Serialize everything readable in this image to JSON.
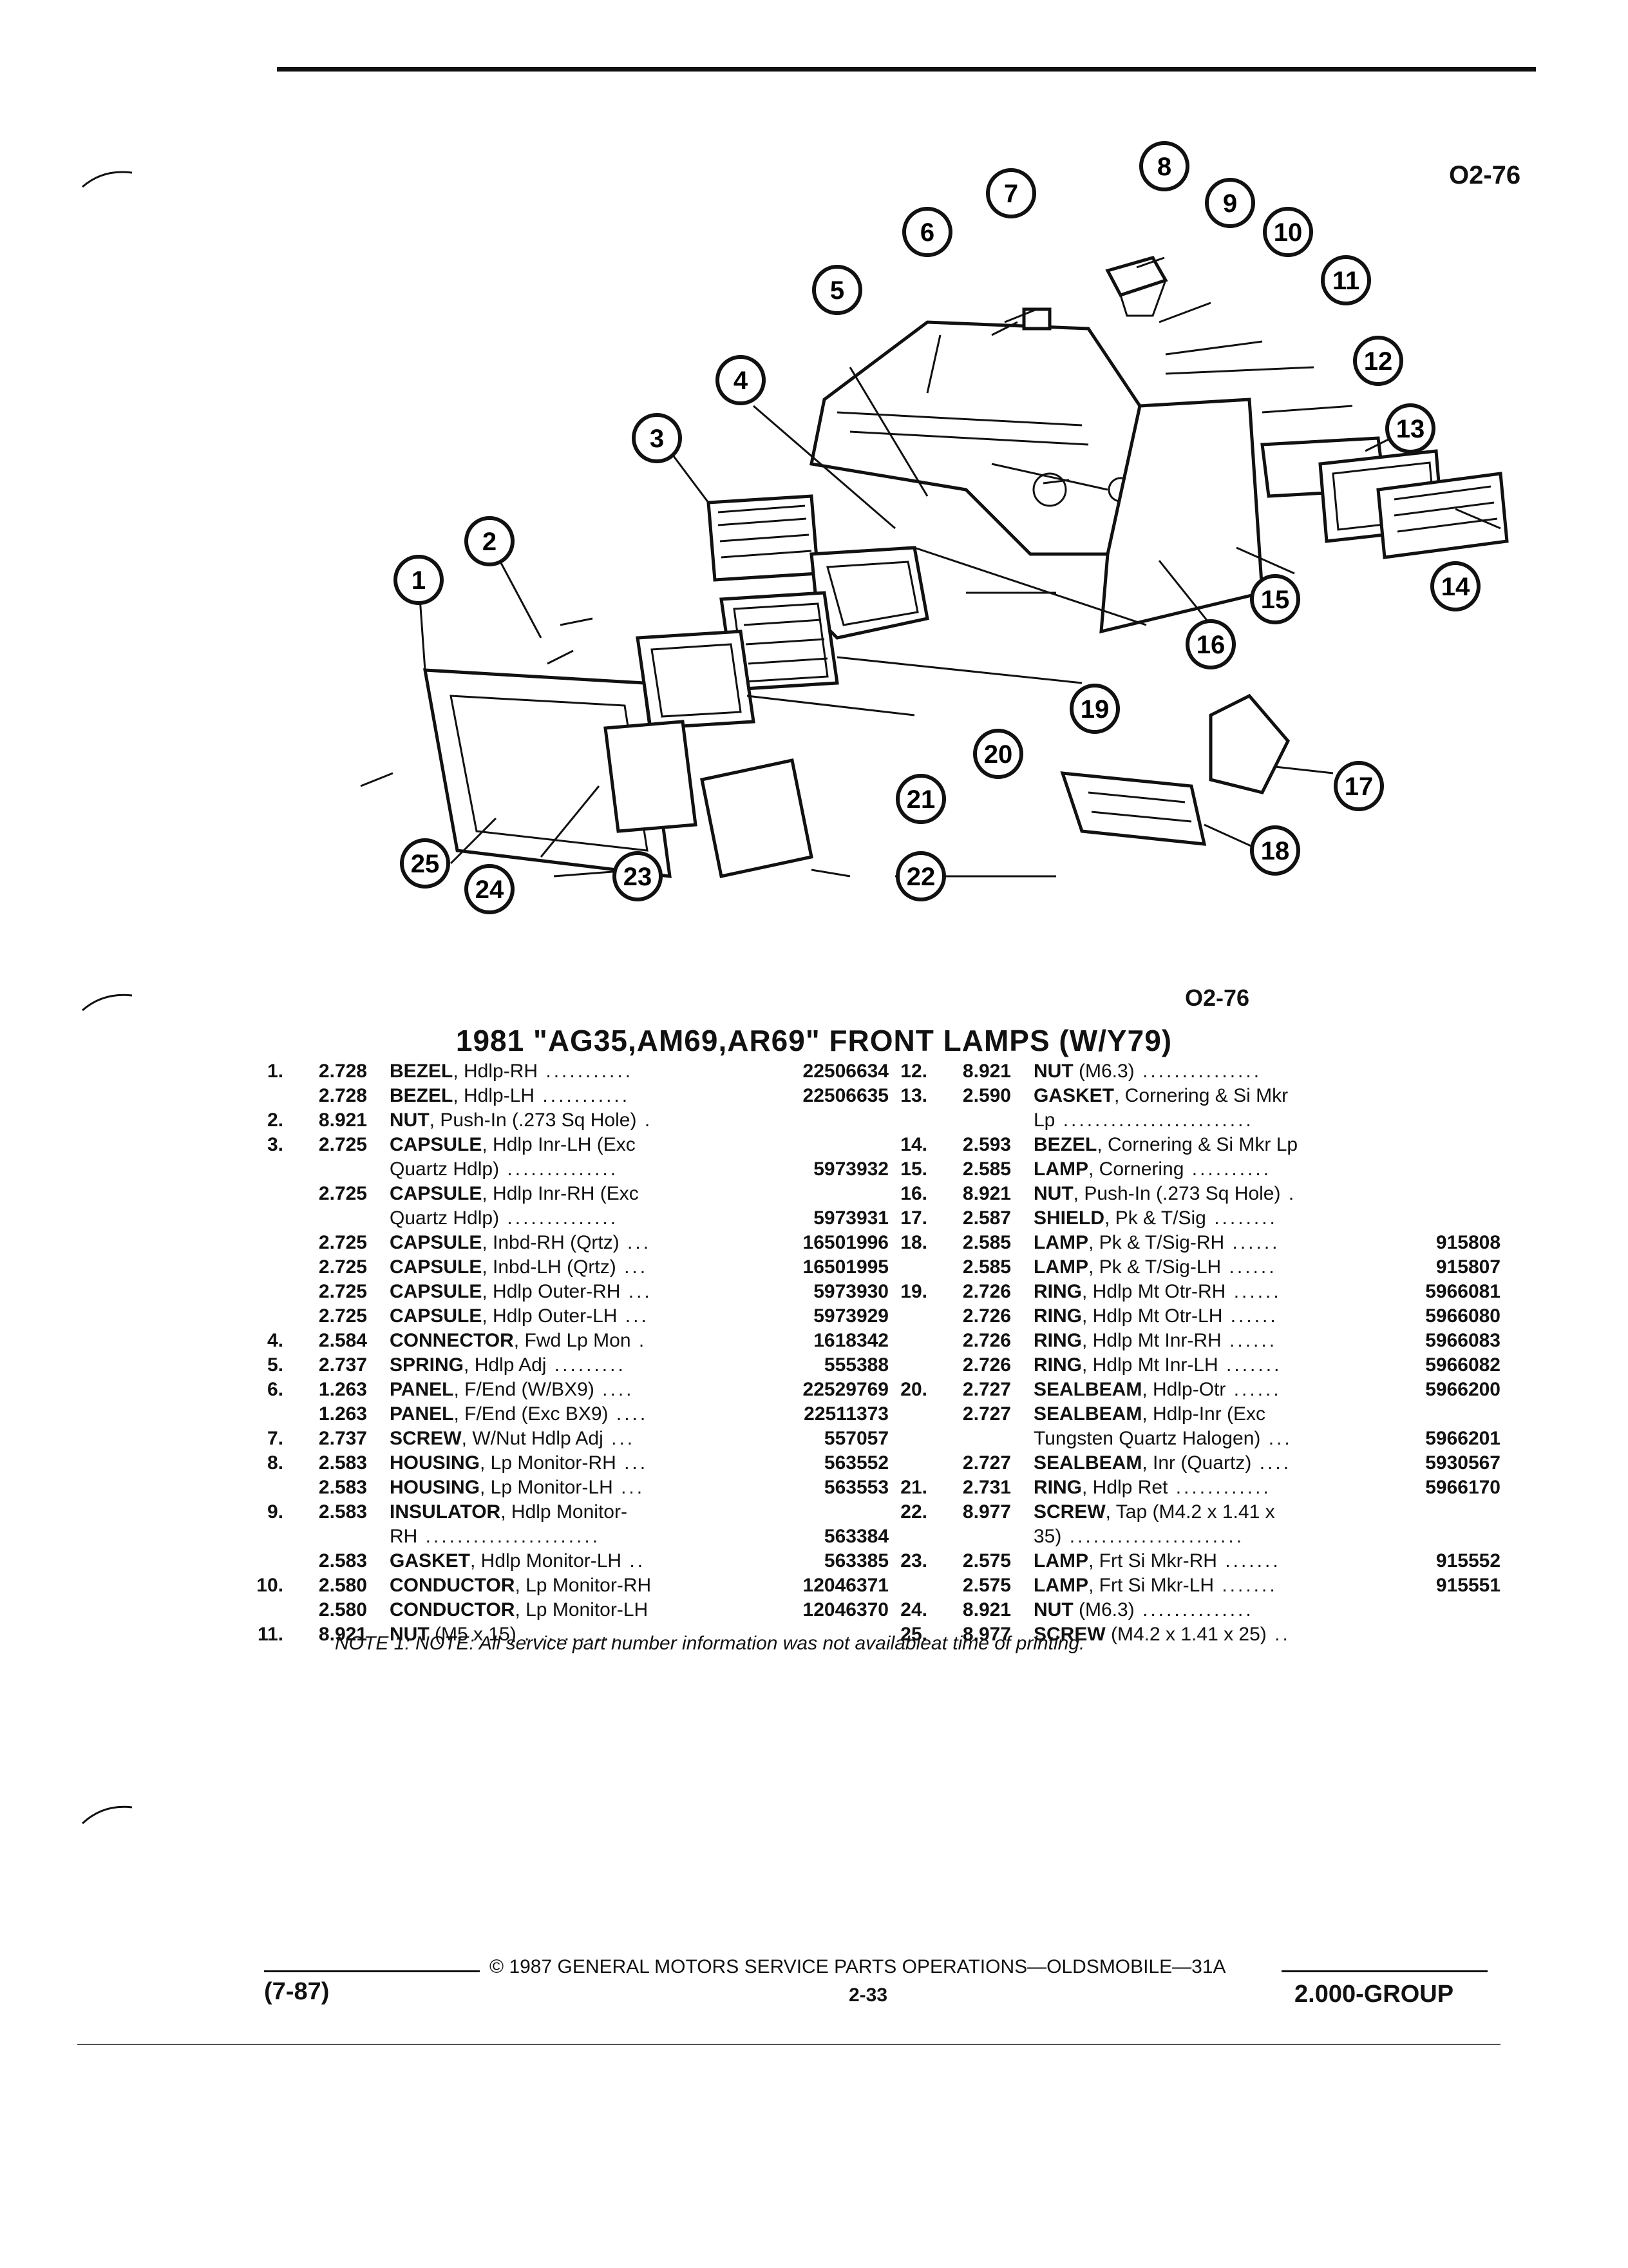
{
  "figure_code_top": "O2-76",
  "figure_code_bottom": "O2-76",
  "callouts": [
    "1",
    "2",
    "3",
    "4",
    "5",
    "6",
    "7",
    "8",
    "9",
    "10",
    "11",
    "12",
    "13",
    "14",
    "15",
    "16",
    "17",
    "18",
    "19",
    "20",
    "21",
    "22",
    "23",
    "24",
    "25"
  ],
  "title": "1981 \"AG35,AM69,AR69\" FRONT LAMPS (W/Y79)",
  "parts_left": [
    {
      "num": "1.",
      "group": "2.728",
      "name": "BEZEL",
      "desc": ", Hdlp-RH",
      "dots": " ...........",
      "part": "22506634"
    },
    {
      "num": "",
      "group": "2.728",
      "name": "BEZEL",
      "desc": ", Hdlp-LH",
      "dots": " ...........",
      "part": "22506635"
    },
    {
      "num": "2.",
      "group": "8.921",
      "name": "NUT",
      "desc": ", Push-In (.273 Sq Hole)",
      "dots": " .",
      "part": ""
    },
    {
      "num": "3.",
      "group": "2.725",
      "name": "CAPSULE",
      "desc": ", Hdlp Inr-LH (Exc",
      "dots": "",
      "part": ""
    },
    {
      "num": "",
      "group": "",
      "name": "",
      "desc": "Quartz Hdlp)",
      "dots": " ..............",
      "part": "5973932"
    },
    {
      "num": "",
      "group": "2.725",
      "name": "CAPSULE",
      "desc": ", Hdlp Inr-RH (Exc",
      "dots": "",
      "part": ""
    },
    {
      "num": "",
      "group": "",
      "name": "",
      "desc": "Quartz Hdlp)",
      "dots": " ..............",
      "part": "5973931"
    },
    {
      "num": "",
      "group": "2.725",
      "name": "CAPSULE",
      "desc": ", Inbd-RH (Qrtz)",
      "dots": " ...",
      "part": "16501996"
    },
    {
      "num": "",
      "group": "2.725",
      "name": "CAPSULE",
      "desc": ", Inbd-LH (Qrtz)",
      "dots": " ...",
      "part": "16501995"
    },
    {
      "num": "",
      "group": "2.725",
      "name": "CAPSULE",
      "desc": ", Hdlp Outer-RH",
      "dots": " ...",
      "part": "5973930"
    },
    {
      "num": "",
      "group": "2.725",
      "name": "CAPSULE",
      "desc": ", Hdlp Outer-LH",
      "dots": " ...",
      "part": "5973929"
    },
    {
      "num": "4.",
      "group": "2.584",
      "name": "CONNECTOR",
      "desc": ", Fwd Lp Mon",
      "dots": " .",
      "part": "1618342"
    },
    {
      "num": "5.",
      "group": "2.737",
      "name": "SPRING",
      "desc": ", Hdlp Adj",
      "dots": " .........",
      "part": "555388"
    },
    {
      "num": "6.",
      "group": "1.263",
      "name": "PANEL",
      "desc": ", F/End (W/BX9)",
      "dots": " ....",
      "part": "22529769"
    },
    {
      "num": "",
      "group": "1.263",
      "name": "PANEL",
      "desc": ", F/End (Exc BX9)",
      "dots": " ....",
      "part": "22511373"
    },
    {
      "num": "7.",
      "group": "2.737",
      "name": "SCREW",
      "desc": ", W/Nut Hdlp Adj",
      "dots": " ...",
      "part": "557057"
    },
    {
      "num": "8.",
      "group": "2.583",
      "name": "HOUSING",
      "desc": ", Lp Monitor-RH",
      "dots": " ...",
      "part": "563552"
    },
    {
      "num": "",
      "group": "2.583",
      "name": "HOUSING",
      "desc": ", Lp Monitor-LH",
      "dots": " ...",
      "part": "563553"
    },
    {
      "num": "9.",
      "group": "2.583",
      "name": "INSULATOR",
      "desc": ", Hdlp Monitor-",
      "dots": "",
      "part": ""
    },
    {
      "num": "",
      "group": "",
      "name": "",
      "desc": "RH",
      "dots": " ......................",
      "part": "563384"
    },
    {
      "num": "",
      "group": "2.583",
      "name": "GASKET",
      "desc": ", Hdlp Monitor-LH",
      "dots": " ..",
      "part": "563385"
    },
    {
      "num": "10.",
      "group": "2.580",
      "name": "CONDUCTOR",
      "desc": ", Lp Monitor-RH",
      "dots": "",
      "part": "12046371"
    },
    {
      "num": "",
      "group": "2.580",
      "name": "CONDUCTOR",
      "desc": ", Lp Monitor-LH",
      "dots": "",
      "part": "12046370"
    },
    {
      "num": "11.",
      "group": "8.921",
      "name": "NUT",
      "desc": " (M5 x 15)",
      "dots": " ............",
      "part": ""
    }
  ],
  "parts_right": [
    {
      "num": "12.",
      "group": "8.921",
      "name": "NUT",
      "desc": " (M6.3)",
      "dots": " ...............",
      "part": ""
    },
    {
      "num": "13.",
      "group": "2.590",
      "name": "GASKET",
      "desc": ", Cornering & Si Mkr",
      "dots": "",
      "part": ""
    },
    {
      "num": "",
      "group": "",
      "name": "",
      "desc": "Lp",
      "dots": " ........................",
      "part": ""
    },
    {
      "num": "14.",
      "group": "2.593",
      "name": "BEZEL",
      "desc": ", Cornering & Si Mkr Lp",
      "dots": "",
      "part": ""
    },
    {
      "num": "15.",
      "group": "2.585",
      "name": "LAMP",
      "desc": ", Cornering",
      "dots": " ..........",
      "part": ""
    },
    {
      "num": "16.",
      "group": "8.921",
      "name": "NUT",
      "desc": ", Push-In (.273 Sq Hole)",
      "dots": " .",
      "part": ""
    },
    {
      "num": "17.",
      "group": "2.587",
      "name": "SHIELD",
      "desc": ", Pk & T/Sig",
      "dots": " ........",
      "part": ""
    },
    {
      "num": "18.",
      "group": "2.585",
      "name": "LAMP",
      "desc": ", Pk & T/Sig-RH",
      "dots": " ......",
      "part": "915808"
    },
    {
      "num": "",
      "group": "2.585",
      "name": "LAMP",
      "desc": ", Pk & T/Sig-LH",
      "dots": " ......",
      "part": "915807"
    },
    {
      "num": "19.",
      "group": "2.726",
      "name": "RING",
      "desc": ", Hdlp Mt Otr-RH",
      "dots": " ......",
      "part": "5966081"
    },
    {
      "num": "",
      "group": "2.726",
      "name": "RING",
      "desc": ", Hdlp Mt Otr-LH",
      "dots": " ......",
      "part": "5966080"
    },
    {
      "num": "",
      "group": "2.726",
      "name": "RING",
      "desc": ", Hdlp Mt Inr-RH",
      "dots": " ......",
      "part": "5966083"
    },
    {
      "num": "",
      "group": "2.726",
      "name": "RING",
      "desc": ", Hdlp Mt Inr-LH",
      "dots": " .......",
      "part": "5966082"
    },
    {
      "num": "20.",
      "group": "2.727",
      "name": "SEALBEAM",
      "desc": ", Hdlp-Otr",
      "dots": " ......",
      "part": "5966200"
    },
    {
      "num": "",
      "group": "2.727",
      "name": "SEALBEAM",
      "desc": ", Hdlp-Inr (Exc",
      "dots": "",
      "part": ""
    },
    {
      "num": "",
      "group": "",
      "name": "",
      "desc": "Tungsten Quartz Halogen)",
      "dots": " ...",
      "part": "5966201"
    },
    {
      "num": "",
      "group": "2.727",
      "name": "SEALBEAM",
      "desc": ", Inr (Quartz)",
      "dots": " ....",
      "part": "5930567"
    },
    {
      "num": "21.",
      "group": "2.731",
      "name": "RING",
      "desc": ", Hdlp Ret",
      "dots": " ............",
      "part": "5966170"
    },
    {
      "num": "22.",
      "group": "8.977",
      "name": "SCREW",
      "desc": ", Tap (M4.2 x 1.41 x",
      "dots": "",
      "part": ""
    },
    {
      "num": "",
      "group": "",
      "name": "",
      "desc": "35)",
      "dots": " ......................",
      "part": ""
    },
    {
      "num": "23.",
      "group": "2.575",
      "name": "LAMP",
      "desc": ", Frt Si Mkr-RH",
      "dots": " .......",
      "part": "915552"
    },
    {
      "num": "",
      "group": "2.575",
      "name": "LAMP",
      "desc": ", Frt Si Mkr-LH",
      "dots": " .......",
      "part": "915551"
    },
    {
      "num": "24.",
      "group": "8.921",
      "name": "NUT",
      "desc": " (M6.3)",
      "dots": " ..............",
      "part": ""
    },
    {
      "num": "25.",
      "group": "8.977",
      "name": "SCREW",
      "desc": " (M4.2 x 1.41 x 25)",
      "dots": " ..",
      "part": ""
    }
  ],
  "note": "NOTE 1: NOTE: All service part number information was not availableat time of printing.",
  "footer": {
    "date": "(7-87)",
    "copyright": "© 1987 GENERAL MOTORS SERVICE PARTS OPERATIONS—OLDSMOBILE—31A",
    "page": "2-33",
    "group": "2.000-GROUP"
  }
}
